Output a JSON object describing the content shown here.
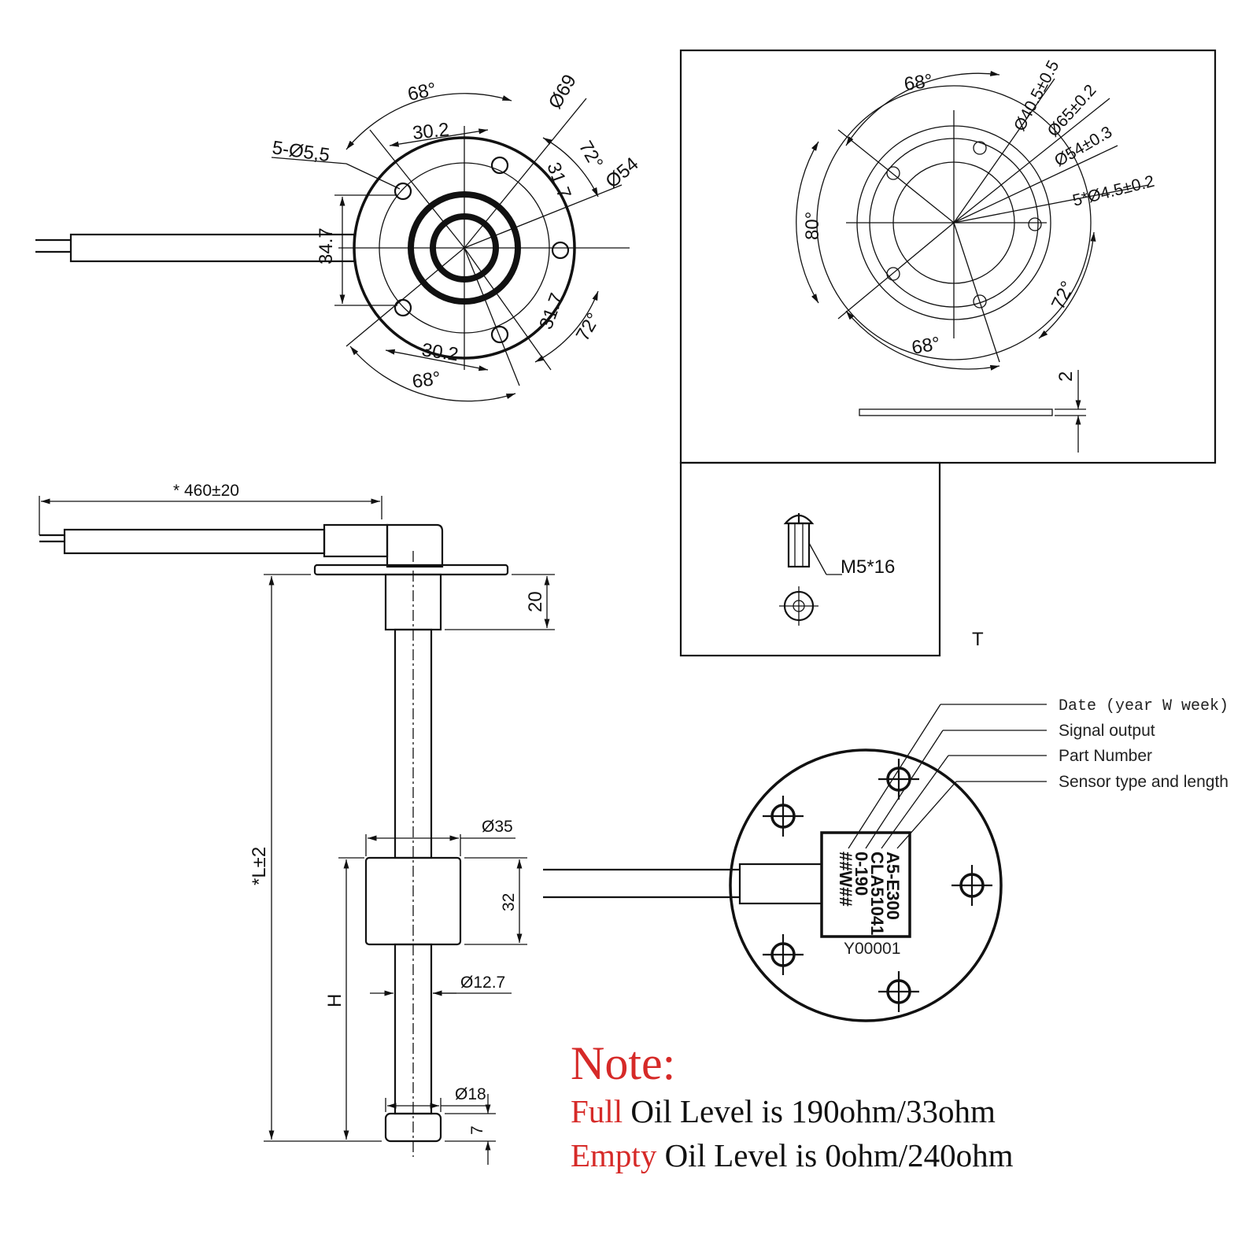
{
  "top_view": {
    "dims": [
      "68°",
      "Ø69",
      "30.2",
      "5-Ø5,5",
      "72°",
      "31.7",
      "Ø54",
      "34.7",
      "31.7",
      "72°",
      "30.2",
      "68°"
    ]
  },
  "template_view": {
    "dims": [
      "68°",
      "Ø40.5±0.5",
      "Ø65±0.2",
      "Ø54±0.3",
      "5*Ø4.5±0.2",
      "80°",
      "72°",
      "68°",
      "2"
    ]
  },
  "screw_view": {
    "label": "M5*16",
    "mark": "T"
  },
  "side_view": {
    "dims": [
      "* 460±20",
      "20",
      "*L±2",
      "Ø35",
      "32",
      "Ø12.7",
      "H",
      "Ø18",
      "7"
    ]
  },
  "label_view": {
    "callouts": [
      "Date (year W week)",
      "Signal output",
      "Part Number",
      "Sensor type and length"
    ],
    "label_lines": [
      "A5-E300",
      "CLA51041",
      "0-190",
      "##W##"
    ],
    "serial": "Y00001"
  },
  "note": {
    "title": "Note:",
    "full_word": "Full",
    "full_text": " Oil Level is 190ohm/33ohm",
    "empty_word": "Empty",
    "empty_text": " Oil Level is 0ohm/240ohm"
  },
  "colors": {
    "accent": "#d62a28",
    "ink": "#111111"
  }
}
